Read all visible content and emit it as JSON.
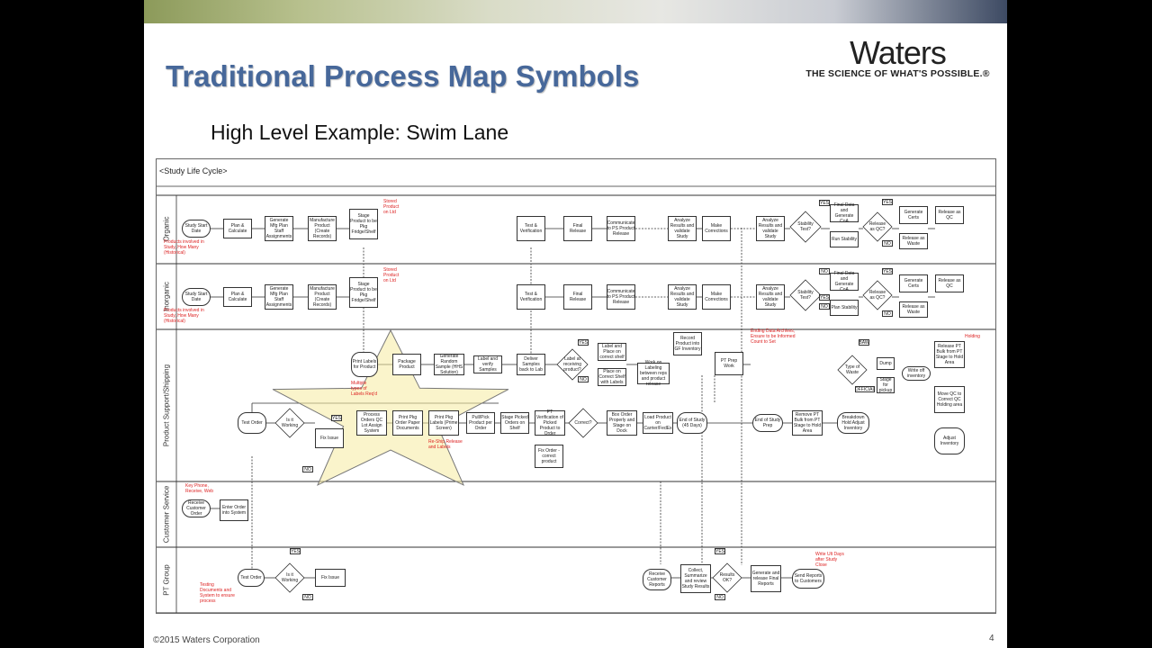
{
  "slide": {
    "title": "Traditional Process Map Symbols",
    "subtitle": "High Level Example: Swim Lane",
    "footer": "©2015 Waters Corporation",
    "page_number": "4"
  },
  "logo": {
    "word": "Waters",
    "tagline": "THE SCIENCE OF WHAT'S POSSIBLE.®"
  },
  "diagram": {
    "frame_label": "<Study Life Cycle>",
    "lanes": [
      "Organic",
      "Inorganic",
      "Product Support/Shipping",
      "Customer Service",
      "PT Group"
    ],
    "organic": [
      "Study Start Date",
      "Plan & Calculate",
      "Generate Mfg Plan Staff Assignments",
      "Manufacture Product (Create Records)",
      "Stage Product to be Pkg Fridge/Shelf",
      "Test & Verification",
      "Final Release",
      "Communicate to PS Product Release",
      "Analyze Results and validate Study",
      "Make Corrections",
      "Analyze Results and validate Study",
      "Stability Test?",
      "Final Data and Generate CoA",
      "Run Stability",
      "Release as QC?",
      "Generate Certs",
      "Release as QC",
      "Release as Waste"
    ],
    "inorganic": [
      "Study Start Date",
      "Plan & Calculate",
      "Generate Mfg Plan Staff Assignments",
      "Manufacture Product (Create Records)",
      "Stage Product to be Pkg Fridge/Shelf",
      "Test & Verification",
      "Final Release",
      "Communicate to PS Product Release",
      "Analyze Results and validate Study",
      "Make Corrections",
      "Analyze Results and validate Study",
      "Stability Test?",
      "Final Data and Generate CoA",
      "Plan Stability",
      "Release as QC?",
      "Generate Certs",
      "Release as QC",
      "Release as Waste"
    ],
    "support": [
      "Print Labels for Product",
      "Package Product",
      "Generate Random Sample (HHS Solution)",
      "Label and verify Samples",
      "Deliver Samples back to Lab",
      "Label at receiving product?",
      "Label and Place on correct shelf",
      "Place on Correct Shelf with Labels",
      "Work on Labeling between reps and product release",
      "Record Product into GF Inventory",
      "PT Prep Work",
      "Type of Waste",
      "Dump",
      "Stage for pickup",
      "Write off inventory",
      "Release PT Bulk from PT Stage to Hold Area",
      "Move QC to Correct QC Holding area",
      "Adjust Inventory",
      "Test Order",
      "Is it Working",
      "Fix Issue",
      "Process Orders QC Lot Assign System",
      "Print Pkg Order Paper Documents",
      "Print Pkg Labels (Prime Screen)",
      "Pull/Pick Product per Order",
      "Stage Picked Orders on Shelf",
      "PT Verification of Picked Product to Order",
      "Correct?",
      "Fix Order - correct product",
      "Box Order Properly and Stage on Dock",
      "Load Product on Carrier/FedEx",
      "End of Study (45 Days)",
      "End of Study Prep",
      "Remove PT Bulk from PT Stage to Hold Area",
      "Breakdown Hold Adjust Inventory"
    ],
    "customer": [
      "Receive Customer Order",
      "Enter Order into System"
    ],
    "pt_group": [
      "Test Order",
      "Is it Working",
      "Fix Issue",
      "Receive Customer Reports",
      "Collect, Summarize and review Study Results",
      "Results OK?",
      "Generate and release Final Reports",
      "Send Reports to Customers"
    ],
    "flags": [
      "YES",
      "NO",
      "YES",
      "NO",
      "YES",
      "NO",
      "YES",
      "NO",
      "YES",
      "NO",
      "YES",
      "NO",
      "YES",
      "NO",
      "YES",
      "NO",
      "BAW",
      "OFFICIAL"
    ],
    "notes": [
      "Products involved in Study, How Many (Historical)",
      "Products involved in Study, How Many (Historical)",
      "Stored Product on Ltd",
      "Stored Product on Ltd",
      "Multiple types of Labels Req'd",
      "Re-Ship Release and Labels",
      "Key Phone, Receive, Web",
      "Testing Documents and System to ensure process",
      "Ending Data Archives, Ensure to be Informed Count to Set",
      "Write Ult Days after Study Close",
      "Holding"
    ]
  }
}
